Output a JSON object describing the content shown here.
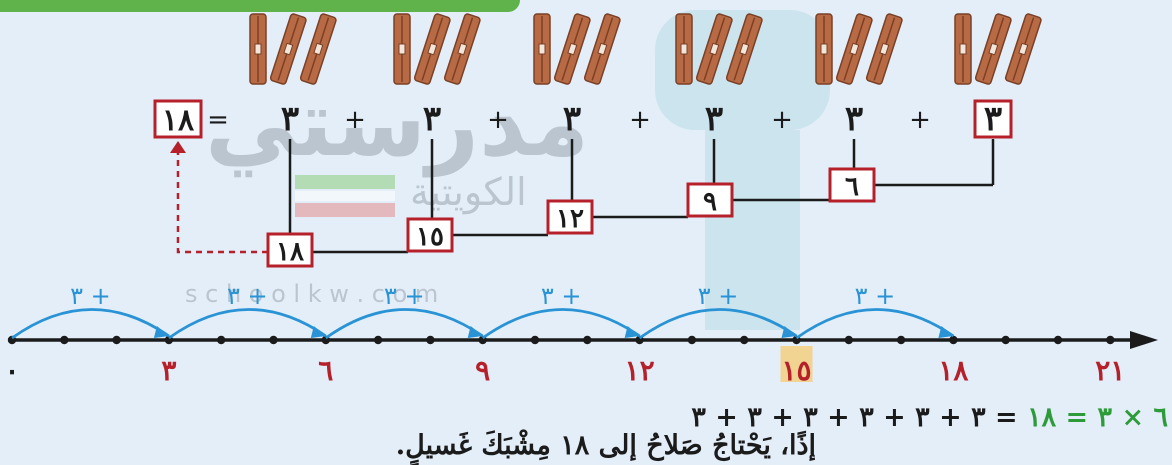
{
  "terms": [
    "٣",
    "٣",
    "٣",
    "٣",
    "٣",
    "٣"
  ],
  "operators": [
    "+",
    "+",
    "+",
    "+",
    "+",
    "="
  ],
  "total": "١٨",
  "partial_sums": [
    "٦",
    "٩",
    "١٢",
    "١٥",
    "١٨"
  ],
  "jump_labels": [
    "٣ +",
    "٣ +",
    "٣ +",
    "٣ +",
    "٣ +",
    "٣ +"
  ],
  "number_line": {
    "tick_labels": [
      "٠",
      "٣",
      "٦",
      "٩",
      "١٢",
      "١٥",
      "١٨",
      "٢١"
    ],
    "highlight_label": "١٥"
  },
  "statement": {
    "line1_lead": "٣ + ٣ + ٣ + ٣ + ٣ + ٣ =",
    "line1_mult": "٦ × ٣ = ١٨",
    "line1_tail": "إذًا، يَحْتاجُ صَلاحُ إلى ١٨ مِشْبَكَ غَسيلٍ."
  },
  "watermark": {
    "brand": "مدرستي",
    "subtitle": "الكويتية",
    "url": "s c h o o l k w . c o m"
  },
  "colors": {
    "box_red": "#b5202a",
    "arc_blue": "#2a93d5",
    "green": "#2e9b3a",
    "pin_wood": "#b86a45"
  }
}
